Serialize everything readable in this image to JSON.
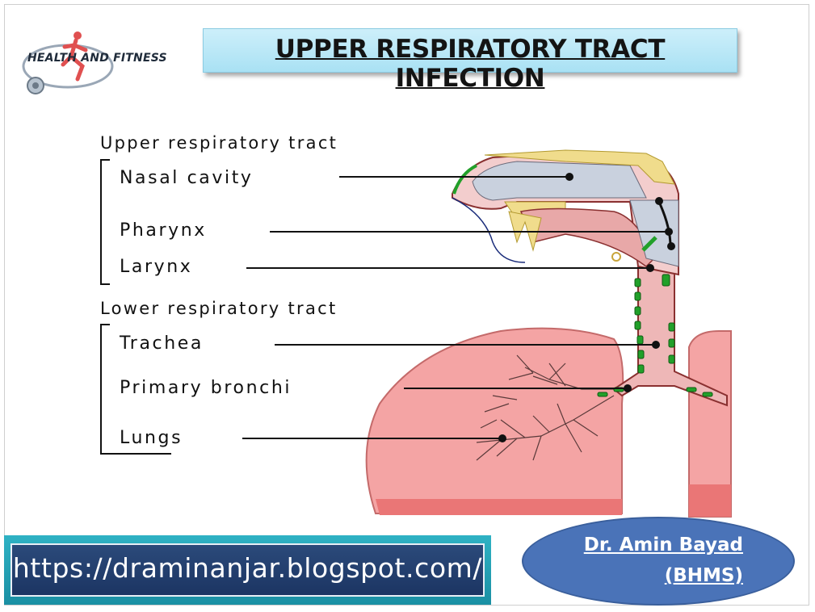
{
  "logo": {
    "text": "HEALTH AND FITNESS"
  },
  "title": "UPPER RESPIRATORY TRACT INFECTION",
  "diagram": {
    "upper_heading": "Upper respiratory tract",
    "lower_heading": "Lower respiratory tract",
    "labels": {
      "nasal_cavity": "Nasal cavity",
      "pharynx": "Pharynx",
      "larynx": "Larynx",
      "trachea": "Trachea",
      "primary_bronchi": "Primary bronchi",
      "lungs": "Lungs"
    }
  },
  "footer": {
    "url": "https://draminanjar.blogspot.com/",
    "author_name": "Dr. Amin Bayad",
    "author_degree": "(BHMS)"
  },
  "colors": {
    "title_bg": "#bfeaf8",
    "url_bg": "#1f3b6b",
    "author_bg": "#4a73b8",
    "lung": "#f4a4a4",
    "airway_green": "#1fa02a"
  }
}
